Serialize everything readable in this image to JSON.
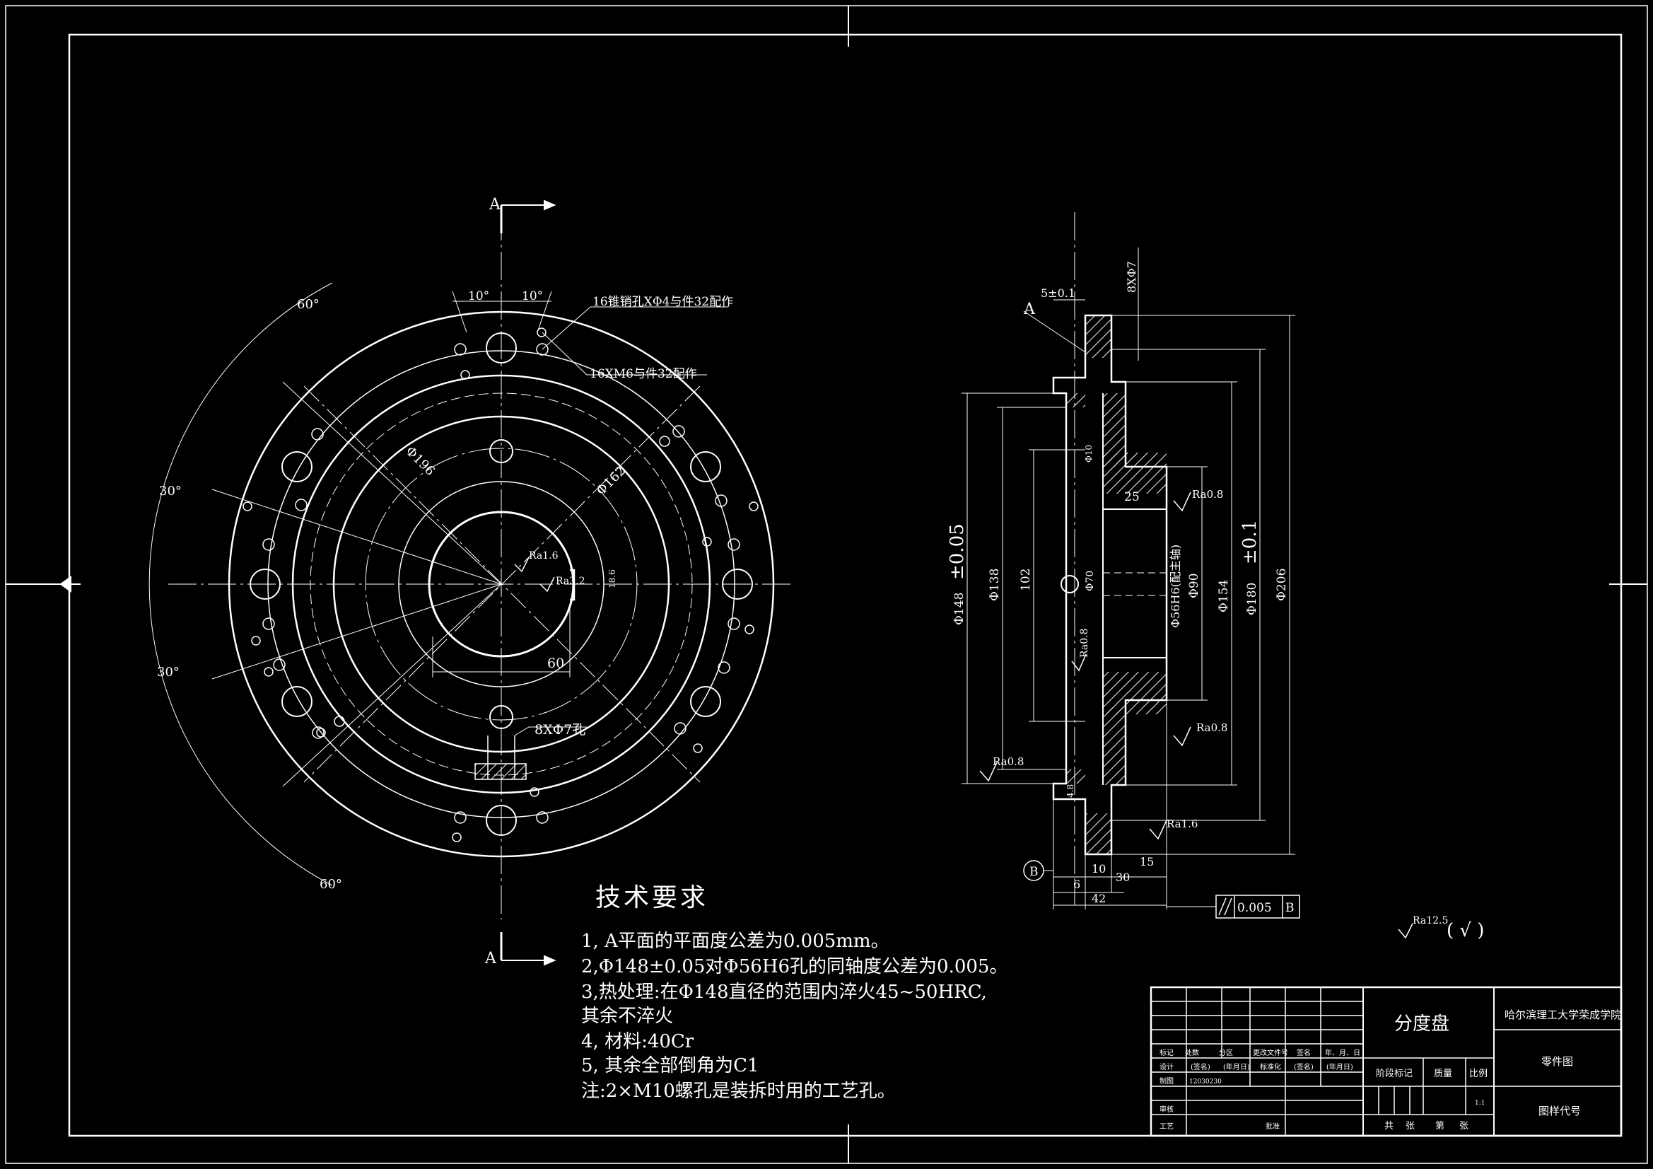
{
  "section_marker": "A",
  "datum_marker": "B",
  "front_view": {
    "angles": [
      "60°",
      "30°",
      "30°",
      "60°"
    ],
    "pitch": [
      "10°",
      "10°"
    ],
    "callouts": [
      "16锥销孔XΦ4与件32配作",
      "16XM6与件32配作",
      "8XΦ7孔"
    ],
    "diameters": [
      "Φ196",
      "Φ162"
    ],
    "keyway_width": "60",
    "keyway_depth": "18.6",
    "roughness": [
      "Ra1.6",
      "Ra3.2"
    ]
  },
  "side_view": {
    "top_dims": [
      "5±0.1",
      "8XΦ7"
    ],
    "left_diameters": [
      "Φ148",
      "±0.05",
      "Φ138",
      "102",
      "Φ70",
      "Φ10"
    ],
    "right_diameters": [
      "Φ206",
      "±0.1",
      "Φ180",
      "Φ154",
      "Φ90",
      "Φ56H6(配主轴)"
    ],
    "width_25": "25",
    "bottom_dims": [
      "10",
      "15",
      "30",
      "6",
      "42",
      "4.8"
    ],
    "roughness": [
      "Ra0.8",
      "Ra0.8",
      "Ra0.8",
      "Ra0.8",
      "Ra1.6"
    ],
    "tolerance_frame": {
      "symbol": "//",
      "value": "0.005",
      "datum": "B"
    }
  },
  "surface_finish_note": {
    "value": "Ra12.5",
    "symbol": "( √ )"
  },
  "requirements": {
    "title": "技术要求",
    "lines": [
      "1, A平面的平面度公差为0.005mm。",
      "2,Φ148±0.05对Φ56H6孔的同轴度公差为0.005。",
      "3,热处理:在Φ148直径的范围内淬火45~50HRC,",
      "其余不淬火",
      "4, 材料:40Cr",
      "5, 其余全部倒角为C1",
      "注:2×M10螺孔是装拆时用的工艺孔。"
    ]
  },
  "title_block": {
    "part_name": "分度盘",
    "school": "哈尔滨理工大学荣成学院",
    "drawing_type": "零件图",
    "drawing_code_label": "图样代号",
    "row_labels": [
      "标记",
      "处数",
      "分区",
      "更改文件号",
      "签名",
      "年、月、日"
    ],
    "design_row": [
      "设计",
      "(签名)",
      "(年月日)",
      "标准化",
      "(签名)",
      "(年月日)"
    ],
    "drafter_row": [
      "审核",
      "工艺",
      "批准",
      "制图"
    ],
    "drafter_value": "12030230",
    "stage_labels": [
      "阶段标记",
      "质量",
      "比例"
    ],
    "scale": "1:1",
    "sheets": [
      "共",
      "张",
      "第",
      "张"
    ]
  },
  "colors": {
    "background": "#000000",
    "line": "#ffffff"
  }
}
